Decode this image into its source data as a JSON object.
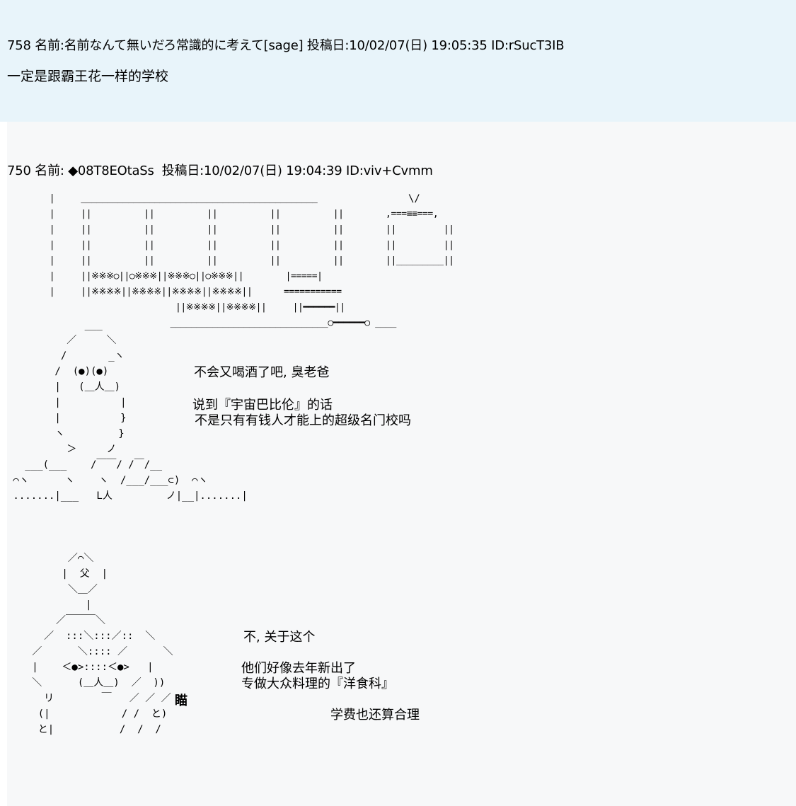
{
  "post_758": {
    "header": "758 名前:名前なんて無いだろ常識的に考えて[sage] 投稿日:10/02/07(日) 19:05:35 ID:rSucT3IB",
    "body": "一定是跟霸王花一样的学校"
  },
  "post_750": {
    "header": "750 名前: ◆08T8EOtaSs ￼ 投稿日:10/02/07(日) 19:04:39 ID:viv+Cvmm",
    "art_train": "    |     _____________________________________________\n    |     ||          ||          ||          ||          ||        ,===≡≡===,\n    |     ||          ||          ||          ||          ||        ||         ||\n    |     ||          ||          ||          ||          ||        ||         ||\n    |     ||          ||          ||          ||          ||        ||_________||\n    |     ||※※※○||○※※※||※※※○||○※※※||        |=====|\n    |     ||※※※※||※※※※||※※※※||※※※※||      ===========\n                            ||※※※※||※※※※||     ||━━━━━━||\n                           ______________________________○━━━━━━○ ____",
    "art_tv_antenna": "\\/",
    "art_figure1": "             ___\n          ／     ＼\n         /       _ヽ\n        /  (●)(●)\n        |   (＿人＿)\n        |          |\n        |          }\n        ヽ         }\n          ＞     ノ\n   ___(___    /￣￣/ /￣/__\n ⌒ヽ      ヽ    ヽ  /___/___⊂)  ⌒ヽ\n .......|___   L人         ノ|__|.......|",
    "dialog1": [
      "不会又喝酒了吧, 臭老爸",
      "说到『宇宙巴比伦』的话",
      "不是只有有钱人才能上的超级名门校吗"
    ],
    "art_figure2": "         ／⌒＼\n        |  父  |\n         ＼＿／\n            |\n       ／￣￣￣＼\n     ／  :::＼:::／::  ＼\n   ／      ＼:::: ／      ＼\n   |    ＜●>::::＜●>   |\n   ＼      (＿人＿)  ／  ))\n     リ        ￣   ／ ／ ／ /\n    (|            / /  と)\n    と|           /  /  /",
    "sound_effect": "瞄",
    "dialog2": [
      "不, 关于这个",
      "他们好像去年新出了",
      "专做大众料理的『洋食科』",
      "学费也还算合理"
    ]
  }
}
